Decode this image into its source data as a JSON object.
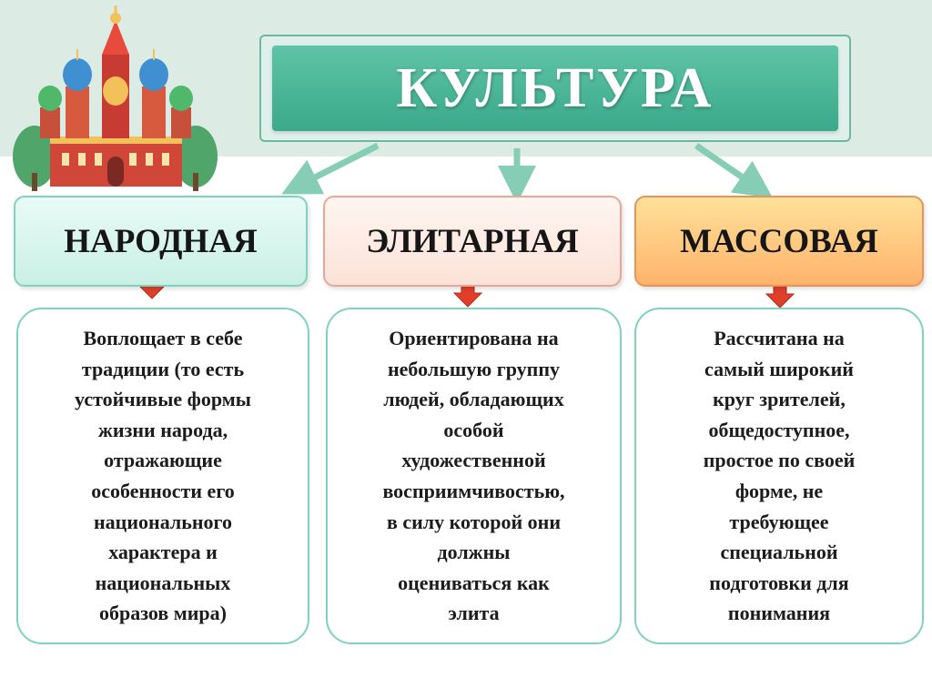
{
  "title": "КУЛЬТУРА",
  "categories": [
    {
      "label": "НАРОДНАЯ",
      "description": "Воплощает в себе\nтрадиции (то есть\nустойчивые формы\nжизни народа,\nотражающие\nособенности его\nнационального\nхарактера и\nнациональных\nобразов мира)"
    },
    {
      "label": "ЭЛИТАРНАЯ",
      "description": "Ориентирована на\nнебольшую группу\nлюдей, обладающих\nособой\nхудожественной\nвосприимчивостью,\nв силу которой они\nдолжны\nоцениваться как\nэлита"
    },
    {
      "label": "МАССОВАЯ",
      "description": "Рассчитана на\nсамый широкий\nкруг зрителей,\nобщедоступное,\nпростое по своей\nформе, не\nтребующее\nспециальной\nподготовки для\nпонимания"
    }
  ],
  "colors": {
    "accent_green": "#3ba98a",
    "connector_arrow": "#85cdb5",
    "down_arrow": "#e0402a"
  },
  "illustration": "st-basils-cathedral"
}
